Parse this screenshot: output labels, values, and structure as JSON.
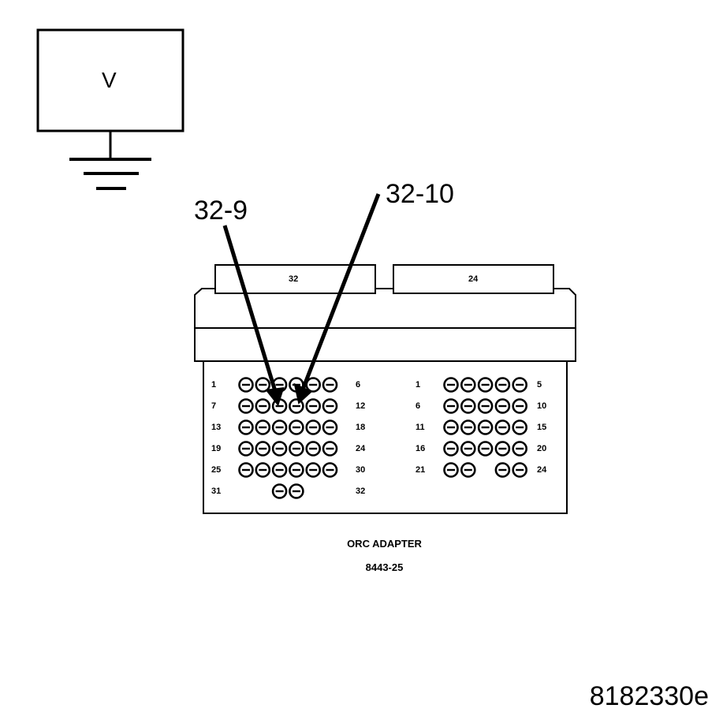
{
  "meter": {
    "symbol": "V"
  },
  "probes": [
    {
      "label": "32-9"
    },
    {
      "label": "32-10"
    }
  ],
  "connectors": [
    {
      "header_label": "32",
      "rows": [
        {
          "left": "1",
          "right": "6",
          "pins": 6
        },
        {
          "left": "7",
          "right": "12",
          "pins": 6
        },
        {
          "left": "13",
          "right": "18",
          "pins": 6
        },
        {
          "left": "19",
          "right": "24",
          "pins": 6
        },
        {
          "left": "25",
          "right": "30",
          "pins": 6
        },
        {
          "left": "31",
          "right": "32",
          "pins": 2
        }
      ]
    },
    {
      "header_label": "24",
      "rows": [
        {
          "left": "1",
          "right": "5",
          "pins": 5
        },
        {
          "left": "6",
          "right": "10",
          "pins": 5
        },
        {
          "left": "11",
          "right": "15",
          "pins": 5
        },
        {
          "left": "16",
          "right": "20",
          "pins": 5
        },
        {
          "left": "21",
          "right": "24",
          "pins": 4
        }
      ]
    }
  ],
  "adapter": {
    "name": "ORC ADAPTER",
    "part_number": "8443-25"
  },
  "figure_id": "8182330e"
}
